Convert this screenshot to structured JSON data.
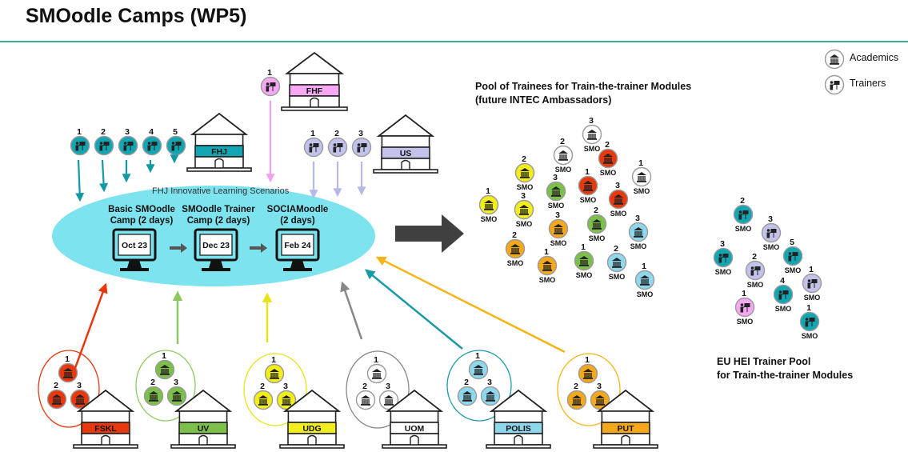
{
  "title": "SMOodle Camps (WP5)",
  "legend": {
    "academics_label": "Academics",
    "trainers_label": "Trainers"
  },
  "ellipse": {
    "title": "FHJ Innovative Learning Scenarios",
    "camps": [
      {
        "name": "Basic SMOodle Camp (2 days)",
        "date": "Oct 23"
      },
      {
        "name": "SMOodle Trainer Camp (2 days)",
        "date": "Dec 23"
      },
      {
        "name": "SOCIAMoodle (2 days)",
        "date": "Feb 24"
      }
    ]
  },
  "pool_title": [
    "Pool of Trainees for Train-the-trainer Modules",
    "(future INTEC Ambassadors)"
  ],
  "eu_title": [
    "EU HEI Trainer Pool",
    "for Train-the-trainer Modules"
  ],
  "smo_label": "SMO",
  "colors": {
    "FHJ": "#12a6b3",
    "US": "#c3c2ea",
    "FHF": "#f6a8f2",
    "FSKL": "#e8390e",
    "UV": "#7cbf4a",
    "UDG": "#f2ee1c",
    "UOM": "#ffffff",
    "POLIS": "#8ed7ec",
    "PUT": "#f5a81a",
    "ellipse": "#7ce3ef",
    "arrow_big": "#404040"
  },
  "top_institutions": [
    {
      "name": "FHJ",
      "trainers": [
        "1",
        "2",
        "3",
        "4",
        "5"
      ]
    },
    {
      "name": "US",
      "trainers": [
        "1",
        "2",
        "3"
      ]
    },
    {
      "name": "FHF",
      "trainers": [
        "1"
      ]
    }
  ],
  "bottom_institutions": [
    {
      "name": "FSKL",
      "academics": [
        "1",
        "2",
        "3"
      ]
    },
    {
      "name": "UV",
      "academics": [
        "1",
        "2",
        "3"
      ]
    },
    {
      "name": "UDG",
      "academics": [
        "1",
        "2",
        "3"
      ]
    },
    {
      "name": "UOM",
      "academics": [
        "1",
        "2",
        "3"
      ]
    },
    {
      "name": "POLIS",
      "academics": [
        "1",
        "2",
        "3"
      ]
    },
    {
      "name": "PUT",
      "academics": [
        "1",
        "2",
        "3"
      ]
    }
  ],
  "pool_nodes": [
    {
      "num": "3",
      "color": "UOM"
    },
    {
      "num": "2",
      "color": "UOM"
    },
    {
      "num": "2",
      "color": "FSKL"
    },
    {
      "num": "2",
      "color": "UDG"
    },
    {
      "num": "1",
      "color": "UOM"
    },
    {
      "num": "1",
      "color": "FSKL"
    },
    {
      "num": "3",
      "color": "UV"
    },
    {
      "num": "3",
      "color": "FSKL"
    },
    {
      "num": "1",
      "color": "UDG"
    },
    {
      "num": "3",
      "color": "UDG"
    },
    {
      "num": "2",
      "color": "UV"
    },
    {
      "num": "3",
      "color": "PUT"
    },
    {
      "num": "3",
      "color": "POLIS"
    },
    {
      "num": "2",
      "color": "PUT"
    },
    {
      "num": "1",
      "color": "PUT"
    },
    {
      "num": "1",
      "color": "UV"
    },
    {
      "num": "2",
      "color": "POLIS"
    },
    {
      "num": "1",
      "color": "POLIS"
    }
  ],
  "eu_nodes": [
    {
      "num": "2",
      "color": "FHJ"
    },
    {
      "num": "3",
      "color": "US"
    },
    {
      "num": "3",
      "color": "FHJ"
    },
    {
      "num": "2",
      "color": "US"
    },
    {
      "num": "5",
      "color": "FHJ"
    },
    {
      "num": "1",
      "color": "US"
    },
    {
      "num": "4",
      "color": "FHJ"
    },
    {
      "num": "1",
      "color": "FHF"
    },
    {
      "num": "1",
      "color": "FHJ"
    }
  ]
}
